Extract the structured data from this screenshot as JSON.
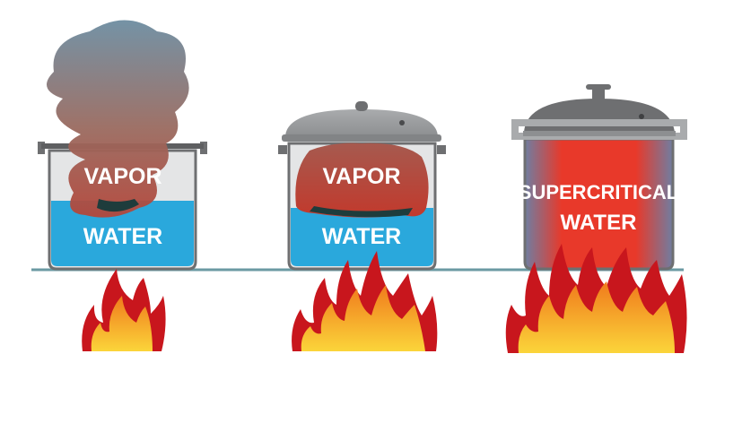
{
  "pots": [
    {
      "top_label": "VAPOR",
      "bottom_label": "WATER"
    },
    {
      "top_label": "VAPOR",
      "bottom_label": "WATER"
    },
    {
      "label_line1": "SUPERCRITICAL",
      "label_line2": "WATER"
    }
  ],
  "colors": {
    "water": "#2aa8dc",
    "vapor": "#b2473a",
    "supercritical": "#e8392a",
    "flame_outer": "#c8161d",
    "flame_inner": "#f7b52b",
    "stove_line": "#6b9aa3",
    "pot_steel": "#9a9c9e",
    "pot_dark": "#6e6f71"
  },
  "icons": [
    "flame-icon",
    "steam-cloud",
    "pot-lid",
    "pressure-cooker-lid"
  ]
}
